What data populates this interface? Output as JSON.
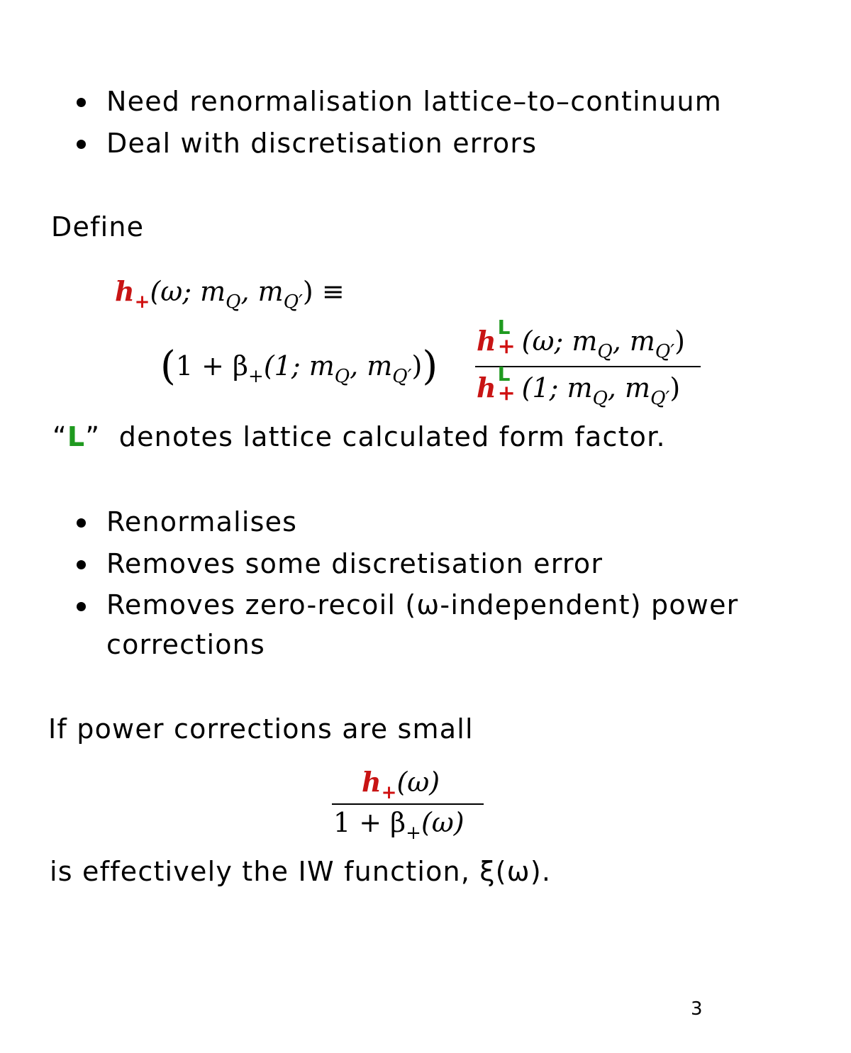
{
  "bullets_top": [
    "Need renormalisation lattice–to–continuum",
    "Deal with discretisation errors"
  ],
  "define_label": "Define",
  "equation": {
    "lhs_symbol": "h",
    "lhs_sub": "+",
    "lhs_args": "(ω; m",
    "q1": "Q",
    "q2": "Q′",
    "equiv": "≡",
    "one_plus": "1 + β",
    "beta_args": "(1; m",
    "num_args": "(ω; m",
    "den_args": "(1; m",
    "L_label": "L"
  },
  "L_note": {
    "quote_open": "“",
    "L": "L",
    "quote_close": "”",
    "text": "denotes lattice calculated form factor."
  },
  "bullets_mid": [
    "Renormalises",
    "Removes some discretisation error",
    "Removes zero-recoil (ω-independent) power corrections"
  ],
  "if_text": "If power corrections are small",
  "fraction2": {
    "numerator_args": "(ω)",
    "denominator": "1 + β",
    "denominator_args": "(ω)"
  },
  "conclusion": "is effectively the IW function, ξ(ω).",
  "page_number": "3"
}
